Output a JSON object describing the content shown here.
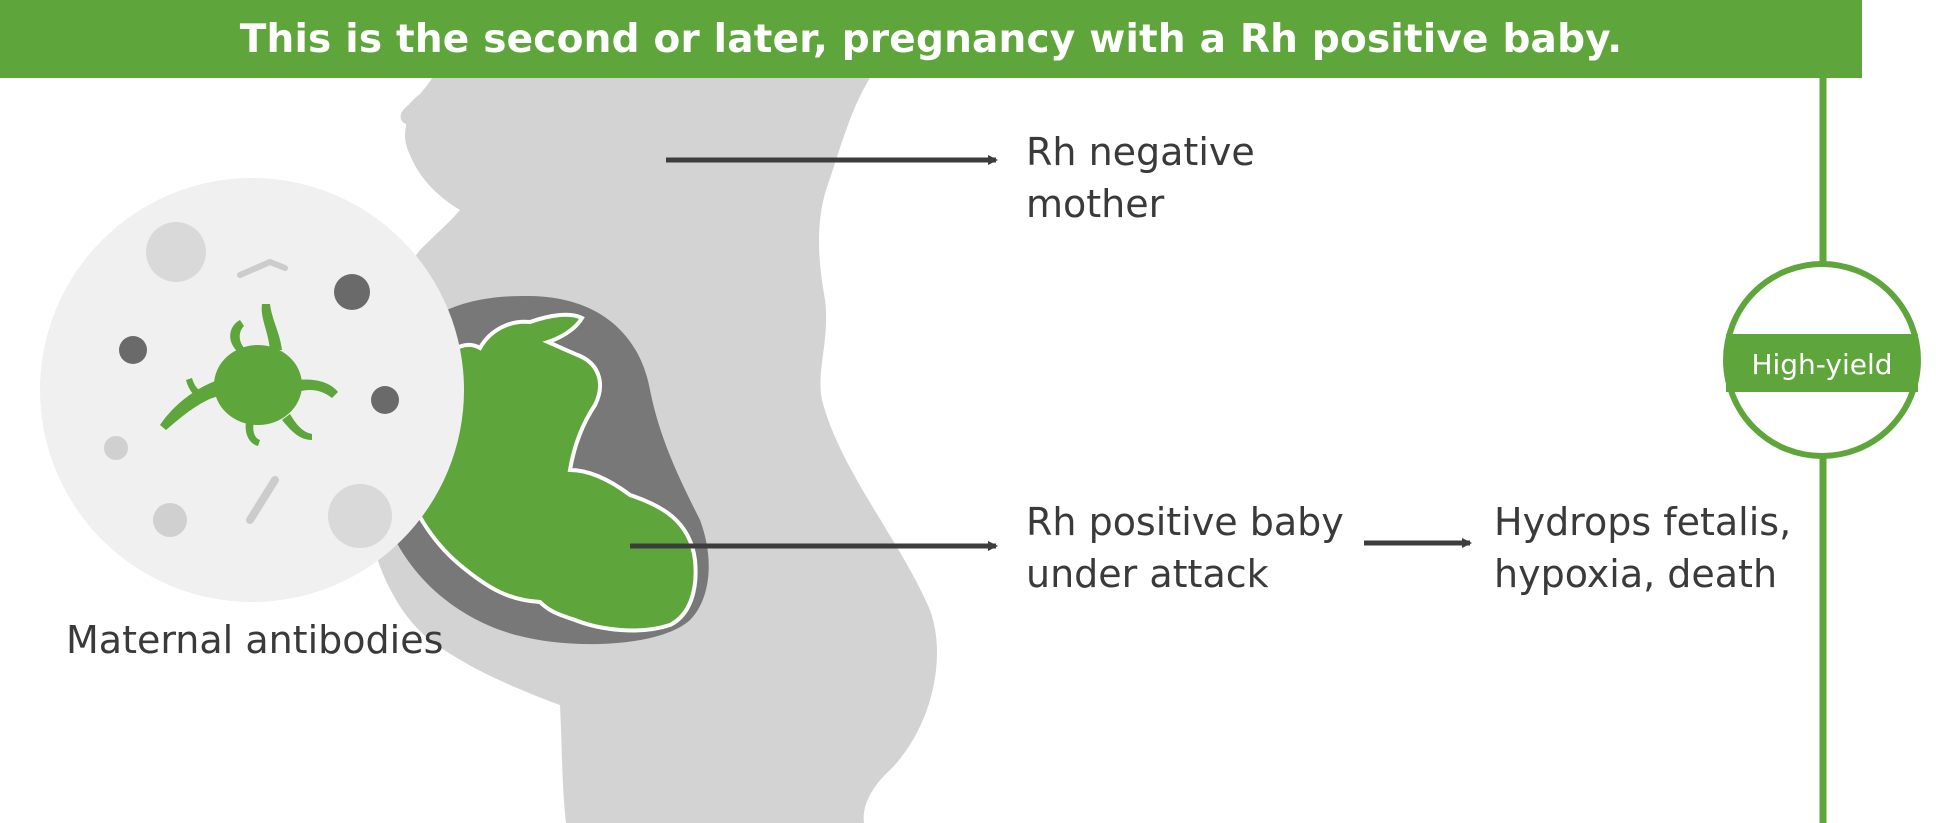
{
  "header": {
    "title": "This is the second or later, pregnancy with a Rh positive baby."
  },
  "labels": {
    "mother": [
      "Rh negative",
      "mother"
    ],
    "baby": [
      "Rh positive baby",
      "under attack"
    ],
    "outcome": [
      "Hydrops fetalis,",
      "hypoxia, death"
    ],
    "antibodies": "Maternal antibodies"
  },
  "badge": {
    "text": "High-yield"
  },
  "colors": {
    "accent_green": "#5ea63b",
    "body_gray": "#d3d3d3",
    "uterus_gray": "#787878",
    "bubble_gray": "#f0f0f0",
    "text_dark": "#3a3a3a"
  }
}
